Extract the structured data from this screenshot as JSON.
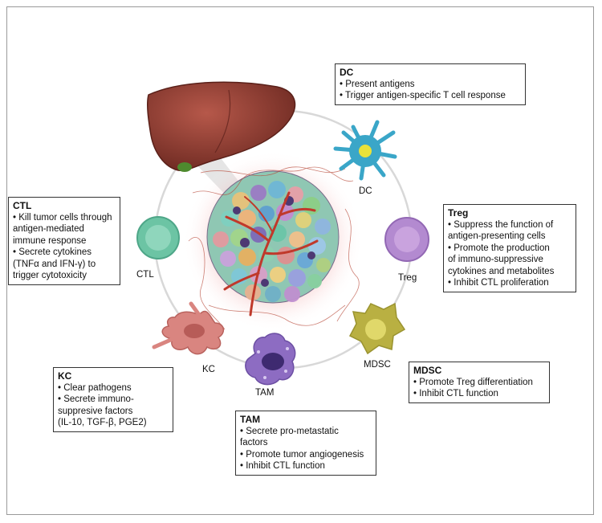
{
  "cells": {
    "dc": "DC",
    "treg": "Treg",
    "mdsc": "MDSC",
    "tam": "TAM",
    "kc": "KC",
    "ctl": "CTL"
  },
  "boxes": {
    "dc": {
      "title": "DC",
      "lines": [
        "• Present antigens",
        "• Trigger antigen-specific T cell response"
      ]
    },
    "ctl": {
      "title": "CTL",
      "lines": [
        "• Kill tumor cells through",
        "antigen-mediated",
        "immune response",
        "• Secrete cytokines",
        "(TNFα and IFN-γ) to",
        "trigger cytotoxicity"
      ]
    },
    "treg": {
      "title": "Treg",
      "lines": [
        "• Suppress the function of",
        "antigen-presenting cells",
        "• Promote the production",
        "of immuno-suppressive",
        "cytokines and metabolites",
        "• Inhibit CTL proliferation"
      ]
    },
    "mdsc": {
      "title": "MDSC",
      "lines": [
        "• Promote Treg differentiation",
        "• Inhibit CTL function"
      ]
    },
    "kc": {
      "title": "KC",
      "lines": [
        "• Clear pathogens",
        "• Secrete immuno-",
        "suppresive factors",
        "(IL-10, TGF-β, PGE2)"
      ]
    },
    "tam": {
      "title": "TAM",
      "lines": [
        "• Secrete pro-metastatic",
        "factors",
        "• Promote tumor angiogenesis",
        "• Inhibit CTL function"
      ]
    }
  },
  "colors": {
    "liver": "#8b3a2e",
    "dc": "#3aa6c8",
    "treg": "#b38ad0",
    "mdsc": "#b9b042",
    "tam": "#6c4fa3",
    "kc": "#d98580",
    "ctl": "#6cc4a4"
  }
}
